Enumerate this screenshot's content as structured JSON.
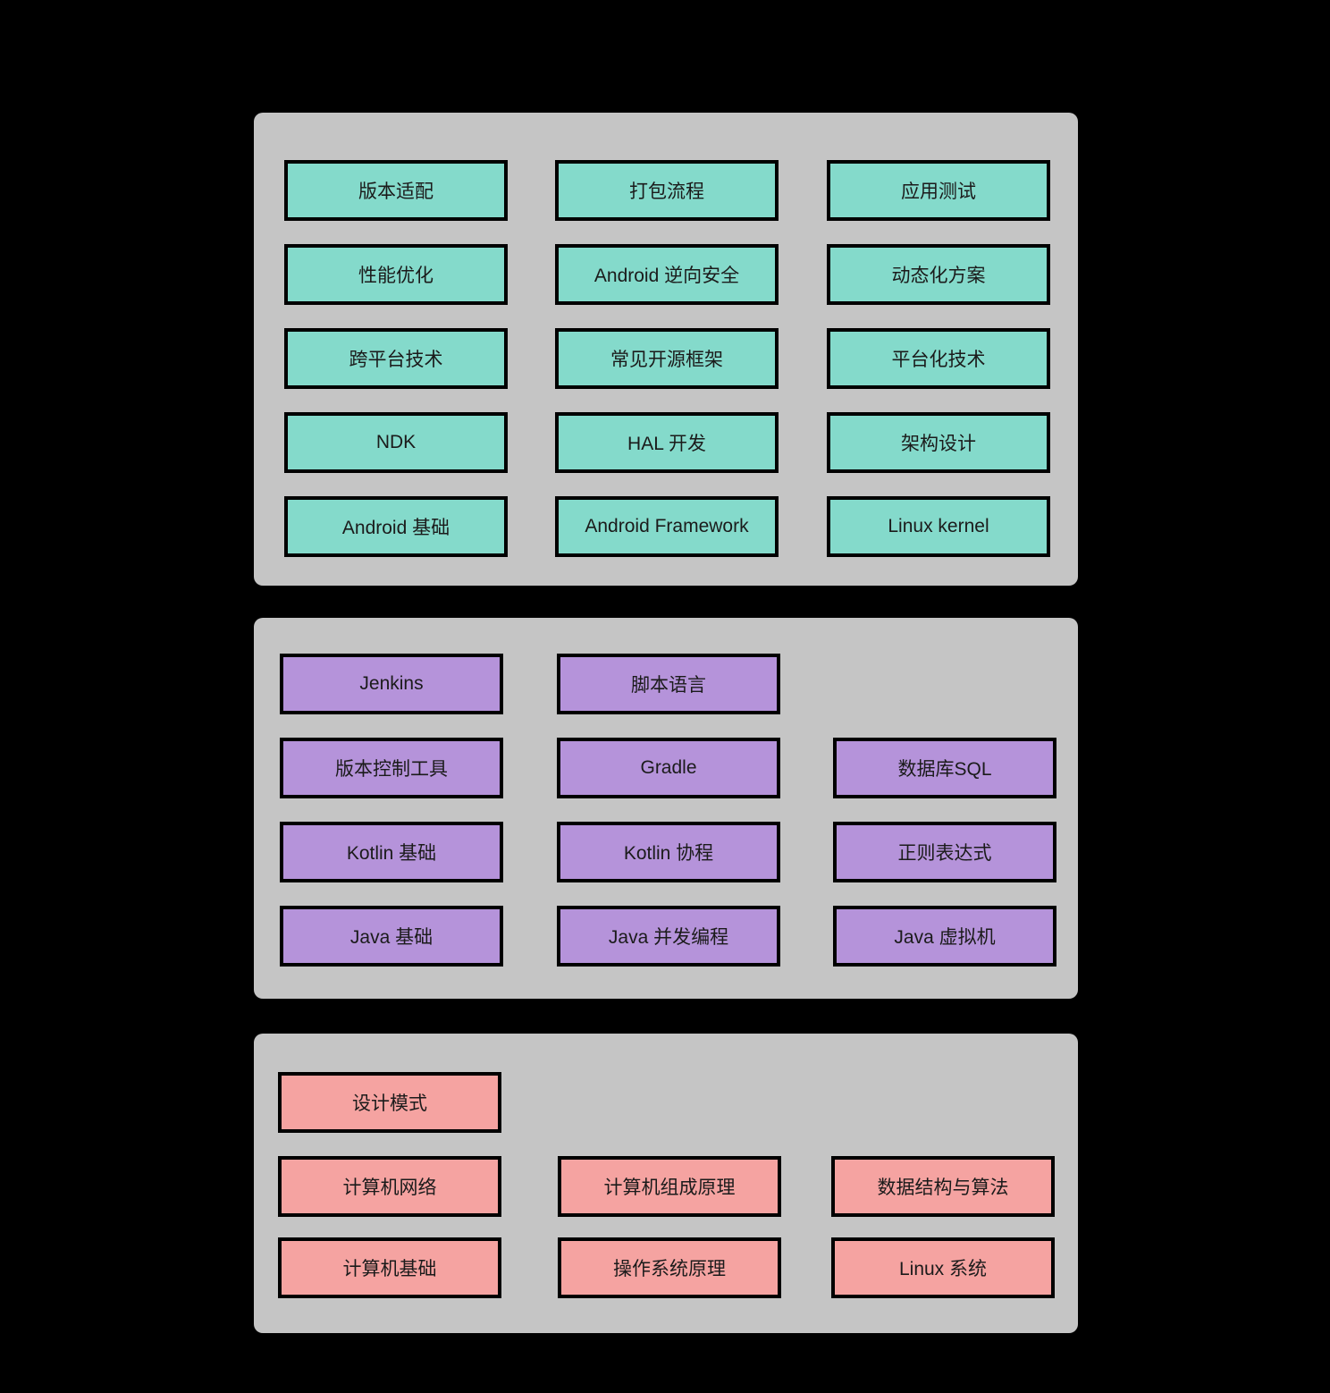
{
  "colors": {
    "background": "#000000",
    "panel_background": "#c5c5c5",
    "box_border": "#000000",
    "box_text": "#1b1b1b",
    "teal_box": "#84dacb",
    "purple_box": "#b593da",
    "pink_box": "#f5a3a1"
  },
  "panels": [
    {
      "id": "android-advanced",
      "color": "#84dacb",
      "boxes": [
        "版本适配",
        "打包流程",
        "应用测试",
        "性能优化",
        "Android 逆向安全",
        "动态化方案",
        "跨平台技术",
        "常见开源框架",
        "平台化技术",
        "NDK",
        "HAL 开发",
        "架构设计",
        "Android 基础",
        "Android Framework",
        "Linux kernel"
      ]
    },
    {
      "id": "languages-tools",
      "color": "#b593da",
      "boxes": [
        "Jenkins",
        "脚本语言",
        "版本控制工具",
        "Gradle",
        "数据库SQL",
        "Kotlin 基础",
        "Kotlin 协程",
        "正则表达式",
        "Java 基础",
        "Java 并发编程",
        "Java 虚拟机"
      ]
    },
    {
      "id": "cs-fundamentals",
      "color": "#f5a3a1",
      "boxes": [
        "设计模式",
        "计算机网络",
        "计算机组成原理",
        "数据结构与算法",
        "计算机基础",
        "操作系统原理",
        "Linux 系统"
      ]
    }
  ]
}
